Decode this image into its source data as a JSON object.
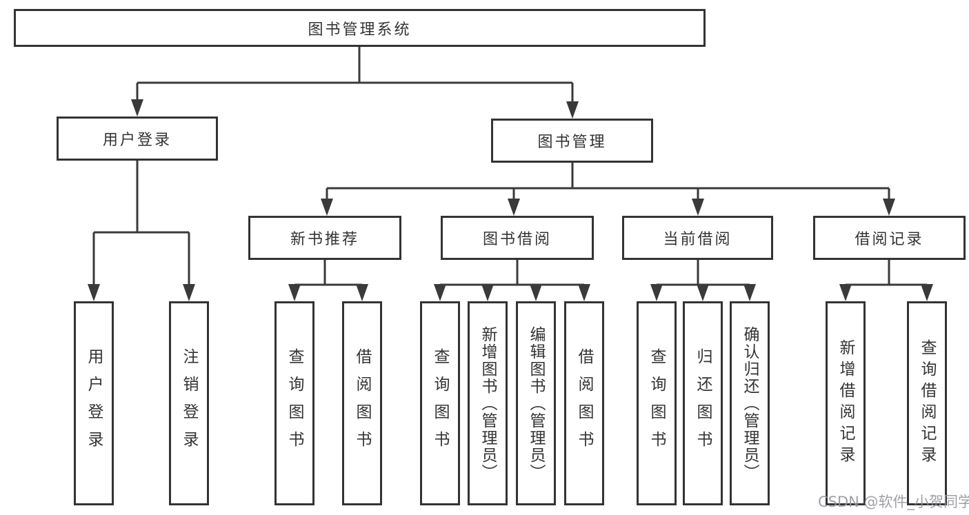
{
  "tree": {
    "root": {
      "label": "图书管理系统"
    },
    "level2": [
      {
        "label": "用户登录",
        "children": [
          {
            "label": "用户登录"
          },
          {
            "label": "注销登录"
          }
        ]
      },
      {
        "label": "图书管理",
        "children": [
          {
            "label": "新书推荐",
            "children": [
              {
                "label": "查询图书"
              },
              {
                "label": "借阅图书"
              }
            ]
          },
          {
            "label": "图书借阅",
            "children": [
              {
                "label": "查询图书"
              },
              {
                "label": "新增图书（管理员）"
              },
              {
                "label": "编辑图书（管理员）"
              },
              {
                "label": "借阅图书"
              }
            ]
          },
          {
            "label": "当前借阅",
            "children": [
              {
                "label": "查询图书"
              },
              {
                "label": "归还图书"
              },
              {
                "label": "确认归还（管理员）"
              }
            ]
          },
          {
            "label": "借阅记录",
            "children": [
              {
                "label": "新增借阅记录"
              },
              {
                "label": "查询借阅记录"
              }
            ]
          }
        ]
      }
    ]
  },
  "watermark": {
    "text": "CSDN @软件_小贺同学"
  },
  "colors": {
    "line": "#3a3a3a",
    "box_border": "#333333",
    "text": "#333333",
    "watermark": "#94969c",
    "background": "#ffffff"
  }
}
